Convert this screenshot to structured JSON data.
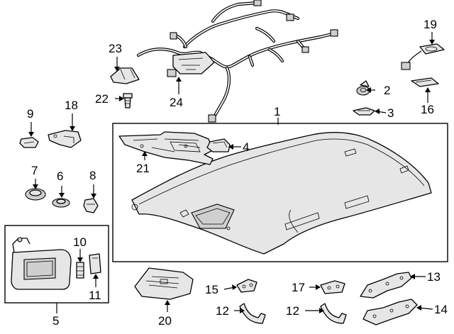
{
  "callouts": [
    {
      "id": "1",
      "text": "1"
    },
    {
      "id": "2",
      "text": "2"
    },
    {
      "id": "3",
      "text": "3"
    },
    {
      "id": "4",
      "text": "4"
    },
    {
      "id": "5",
      "text": "5"
    },
    {
      "id": "6",
      "text": "6"
    },
    {
      "id": "7",
      "text": "7"
    },
    {
      "id": "8",
      "text": "8"
    },
    {
      "id": "9",
      "text": "9"
    },
    {
      "id": "10",
      "text": "10"
    },
    {
      "id": "11",
      "text": "11"
    },
    {
      "id": "12a",
      "text": "12"
    },
    {
      "id": "12b",
      "text": "12"
    },
    {
      "id": "13",
      "text": "13"
    },
    {
      "id": "14",
      "text": "14"
    },
    {
      "id": "15",
      "text": "15"
    },
    {
      "id": "16",
      "text": "16"
    },
    {
      "id": "17",
      "text": "17"
    },
    {
      "id": "18",
      "text": "18"
    },
    {
      "id": "19",
      "text": "19"
    },
    {
      "id": "20",
      "text": "20"
    },
    {
      "id": "21",
      "text": "21"
    },
    {
      "id": "22",
      "text": "22"
    },
    {
      "id": "23",
      "text": "23"
    },
    {
      "id": "24",
      "text": "24"
    }
  ]
}
